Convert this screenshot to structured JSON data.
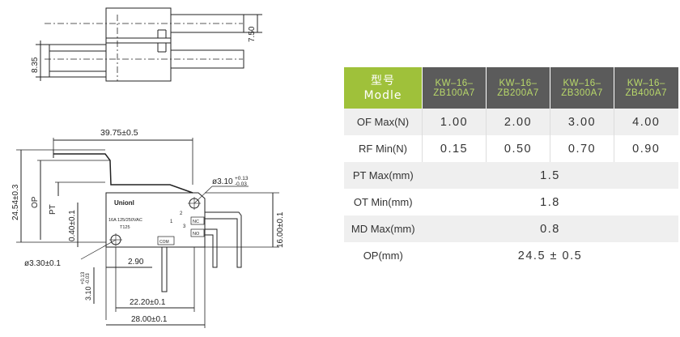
{
  "drawing": {
    "top": {
      "dim_height": "7.50",
      "dim_gap": "8.35"
    },
    "front": {
      "dim_length": "39.75±0.5",
      "dim_height": "24.54±0.3",
      "dim_op": "OP",
      "dim_pt": "PT",
      "dim_pin": "0.40±0.1",
      "dim_hole_right": "ø3.10",
      "dim_hole_right_tol_plus": "+0.13",
      "dim_hole_right_tol_minus": "-0.03",
      "dim_body_height": "16.00±0.1",
      "dim_hole_left": "ø3.30±0.1",
      "dim_2_90": "2.90",
      "dim_small": "3.10",
      "dim_small_tol_plus": "+0.13",
      "dim_small_tol_minus": "-0.03",
      "dim_22": "22.20±0.1",
      "dim_28": "28.00±0.1",
      "label_brand": "Unionl",
      "label_rating": "16A 125/250VAC",
      "label_temp": "T125",
      "label_pin1": "1",
      "label_pin2": "2",
      "label_pin3": "3",
      "label_nc": "NC",
      "label_com": "COM",
      "label_no": "NO"
    }
  },
  "table": {
    "header_model_line1": "型号",
    "header_model_line2": "Modle",
    "models": [
      {
        "line1": "KW–16–",
        "line2": "ZB100A7"
      },
      {
        "line1": "KW–16–",
        "line2": "ZB200A7"
      },
      {
        "line1": "KW–16–",
        "line2": "ZB300A7"
      },
      {
        "line1": "KW–16–",
        "line2": "ZB400A7"
      }
    ],
    "rows": [
      {
        "label": "OF Max(N)",
        "values": [
          "1.00",
          "2.00",
          "3.00",
          "4.00"
        ]
      },
      {
        "label": "RF Min(N)",
        "values": [
          "0.15",
          "0.50",
          "0.70",
          "0.90"
        ]
      },
      {
        "label": "PT Max(mm)",
        "value": "1.5"
      },
      {
        "label": "OT Min(mm)",
        "value": "1.8"
      },
      {
        "label": "MD Max(mm)",
        "value": "0.8"
      },
      {
        "label": "OP(mm)",
        "value": "24.5 ± 0.5"
      }
    ]
  },
  "colors": {
    "header_green": "#9fc13a",
    "header_gray": "#5b5b5b",
    "header_text_green": "#b9d96a",
    "row_shade": "#efefef"
  }
}
